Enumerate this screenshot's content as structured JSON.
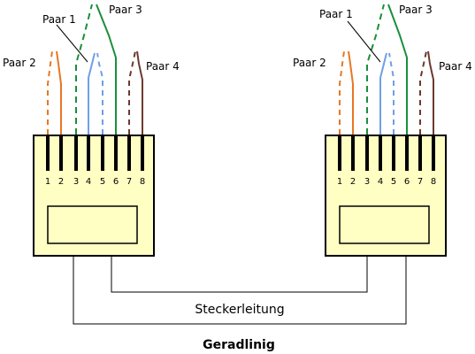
{
  "pair_labels": {
    "paar1": "Paar 1",
    "paar2": "Paar 2",
    "paar3": "Paar 3",
    "paar4": "Paar 4"
  },
  "pins": [
    "1",
    "2",
    "3",
    "4",
    "5",
    "6",
    "7",
    "8"
  ],
  "cable_label": "Steckerleitung",
  "caption": "Geradlinig",
  "colors": {
    "plug_fill": "#ffffc4",
    "orange": "#e87722",
    "green": "#1a8f3a",
    "blue": "#6f9fe6",
    "brown": "#6b3a2e",
    "black": "#000000"
  }
}
